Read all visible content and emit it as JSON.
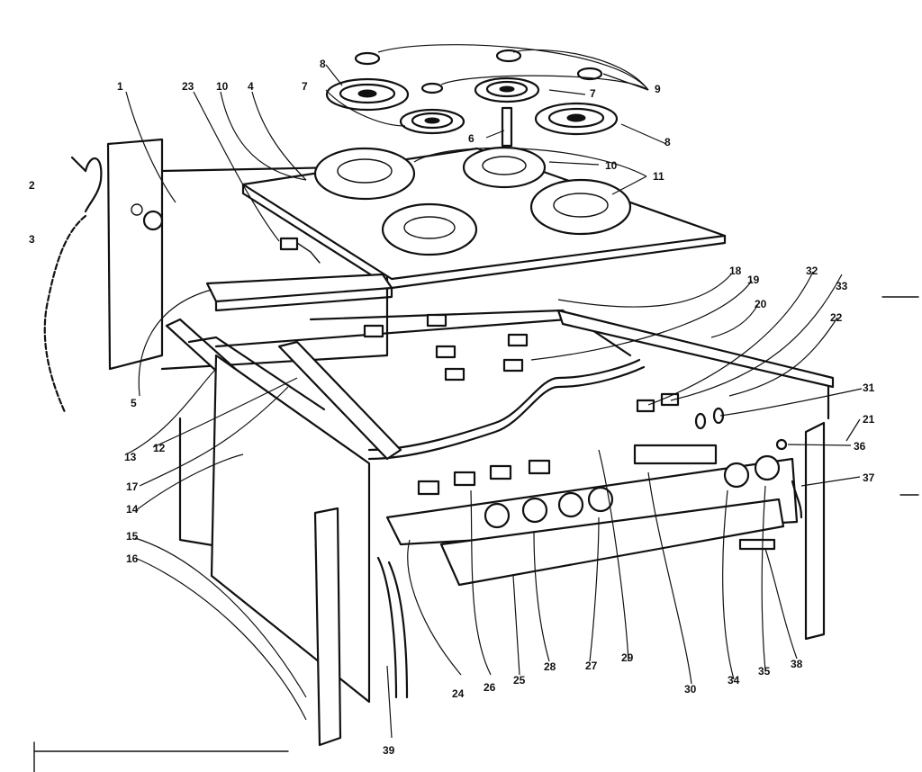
{
  "callouts": [
    {
      "num": "1"
    },
    {
      "num": "2"
    },
    {
      "num": "2"
    },
    {
      "num": "3"
    },
    {
      "num": "4"
    },
    {
      "num": "5"
    },
    {
      "num": "6"
    },
    {
      "num": "7"
    },
    {
      "num": "7"
    },
    {
      "num": "8"
    },
    {
      "num": "8"
    },
    {
      "num": "9"
    },
    {
      "num": "10"
    },
    {
      "num": "10"
    },
    {
      "num": "11"
    },
    {
      "num": "12"
    },
    {
      "num": "13"
    },
    {
      "num": "14"
    },
    {
      "num": "15"
    },
    {
      "num": "16"
    },
    {
      "num": "17"
    },
    {
      "num": "18"
    },
    {
      "num": "19"
    },
    {
      "num": "20"
    },
    {
      "num": "21"
    },
    {
      "num": "22"
    },
    {
      "num": "23"
    },
    {
      "num": "24"
    },
    {
      "num": "25"
    },
    {
      "num": "26"
    },
    {
      "num": "27"
    },
    {
      "num": "28"
    },
    {
      "num": "29"
    },
    {
      "num": "30"
    },
    {
      "num": "31"
    },
    {
      "num": "32"
    },
    {
      "num": "33"
    },
    {
      "num": "34"
    },
    {
      "num": "35"
    },
    {
      "num": "36"
    },
    {
      "num": "37"
    },
    {
      "num": "38"
    },
    {
      "num": "39"
    }
  ]
}
